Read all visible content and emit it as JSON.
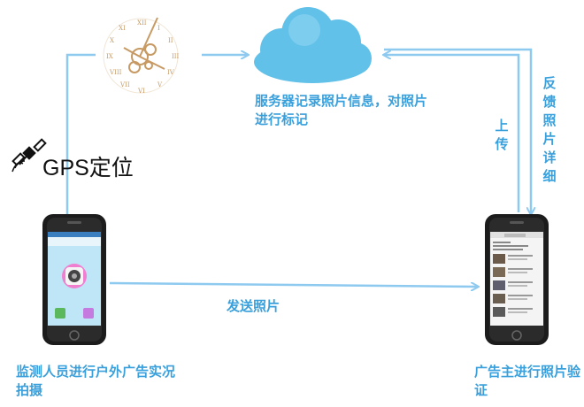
{
  "labels": {
    "cloud": "服务器记录照片信息，对照片进行标记",
    "upload": "上传",
    "feedback": "反馈照片详细",
    "gps": "GPS定位",
    "send": "发送照片",
    "left_phone_caption": "监测人员进行户外广告实况拍摄",
    "right_phone_caption": "广告主进行照片验证"
  },
  "colors": {
    "arrow": "#8ec9f0",
    "cloud": "#62c1e8",
    "text_blue": "#3aa0dc",
    "phone_body": "#1c1c1c"
  },
  "icons": {
    "clock": "clock-icon",
    "satellite": "satellite-icon",
    "cloud": "cloud-icon",
    "left_phone": "smartphone-icon",
    "right_phone": "smartphone-icon"
  }
}
